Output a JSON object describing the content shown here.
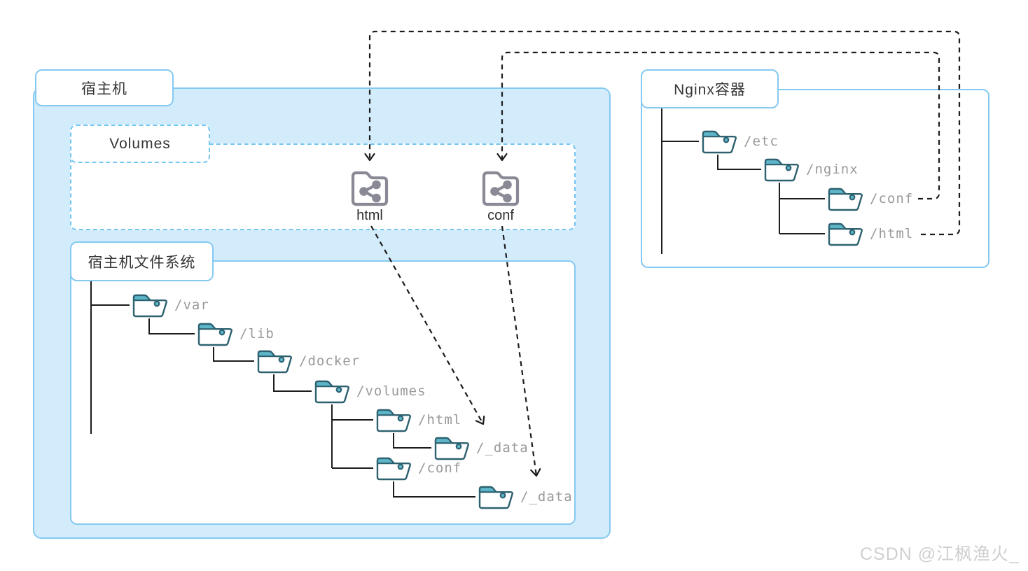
{
  "host": {
    "label": "宿主机",
    "volumes_panel": {
      "label": "Volumes",
      "items": [
        {
          "name": "html"
        },
        {
          "name": "conf"
        }
      ]
    },
    "filesystem": {
      "label": "宿主机文件系统",
      "nodes": {
        "var": "/var",
        "lib": "/lib",
        "docker": "/docker",
        "volumes": "/volumes",
        "html": "/html",
        "html_data": "/_data",
        "conf": "/conf",
        "conf_data": "/_data"
      }
    }
  },
  "nginx": {
    "label": "Nginx容器",
    "nodes": {
      "etc": "/etc",
      "nginx": "/nginx",
      "conf": "/conf",
      "html": "/html"
    }
  },
  "watermark": "CSDN @江枫渔火_",
  "colors": {
    "host_fill": "#d3ecfb",
    "box_border": "#85c9f1",
    "dashed_border": "#74c6f3",
    "folder_outline": "#2d6170",
    "folder_tab": "#5db5c8",
    "volume_icon_gray": "#8a8a96",
    "connector_black": "#1c1c1c",
    "path_label_gray": "#9a9a9a"
  }
}
